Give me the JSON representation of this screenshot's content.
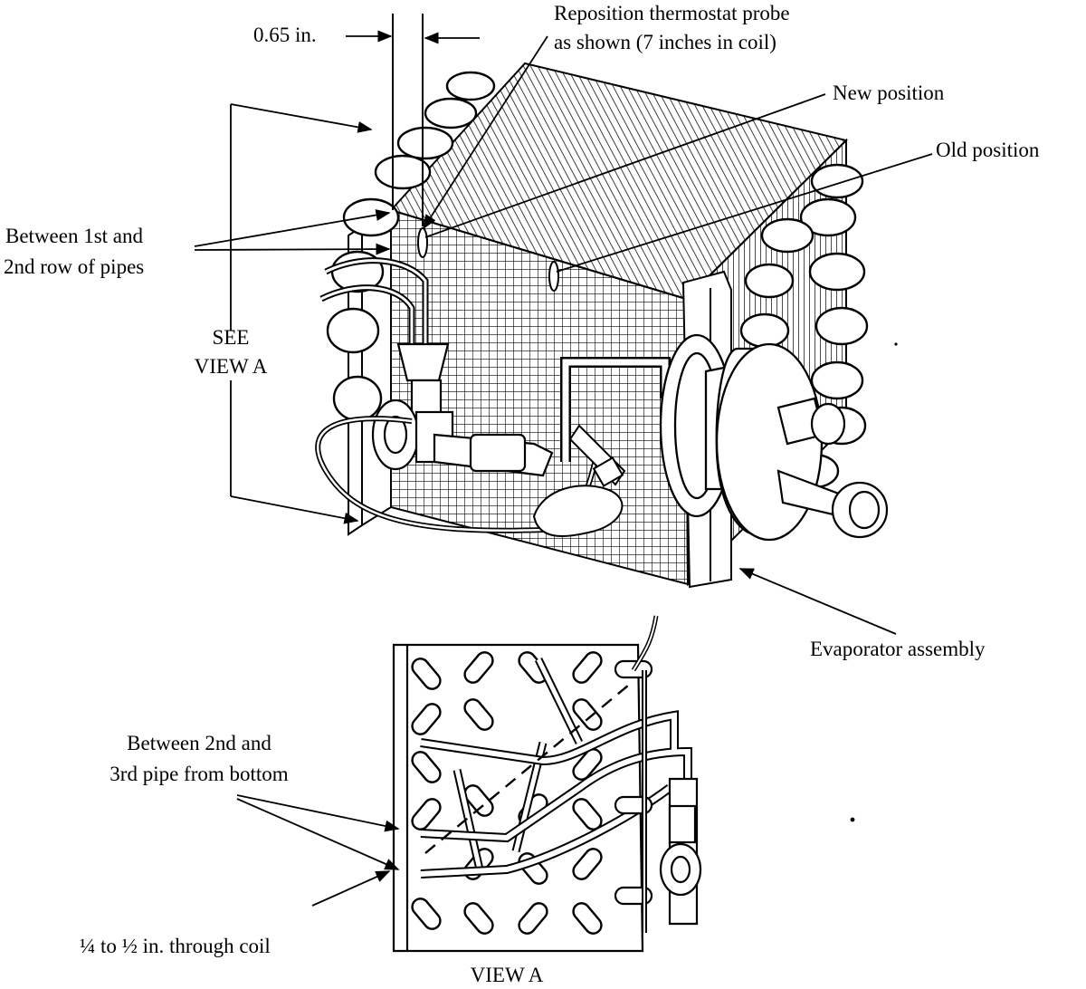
{
  "labels": {
    "dimension": "0.65 in.",
    "reposition_line1": "Reposition thermostat probe",
    "reposition_line2": "as shown (7 inches in coil)",
    "new_position": "New position",
    "old_position": "Old position",
    "between_rows_line1": "Between 1st and",
    "between_rows_line2": "2nd row of pipes",
    "see_view_line1": "SEE",
    "see_view_line2": "VIEW A",
    "evaporator": "Evaporator assembly",
    "between_pipes_line1": "Between 2nd and",
    "between_pipes_line2": "3rd pipe from bottom",
    "depth": "¼ to ½ in. through coil",
    "view_title": "VIEW A"
  },
  "colors": {
    "ink": "#000000",
    "paper": "#ffffff"
  }
}
